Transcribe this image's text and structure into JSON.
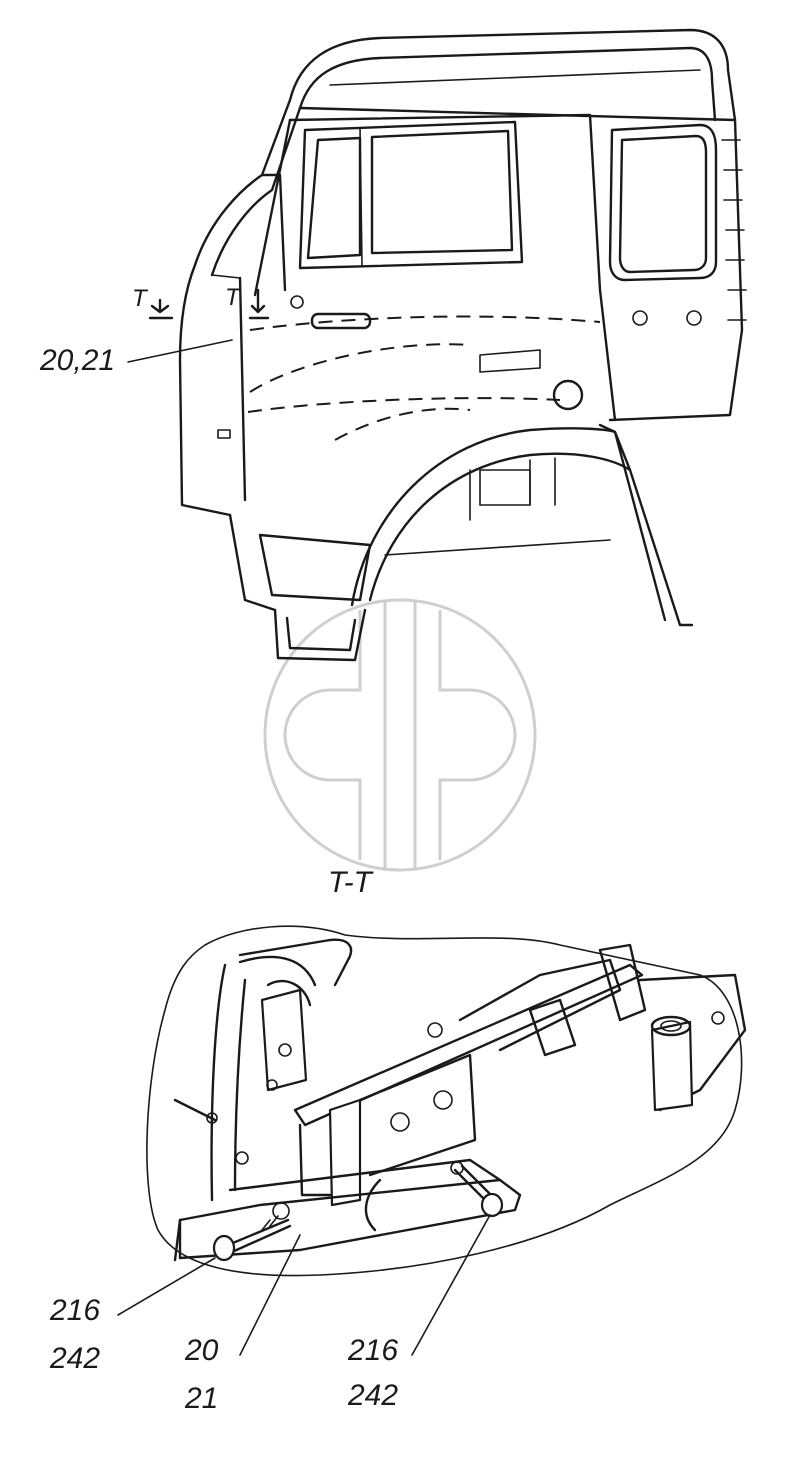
{
  "callouts": {
    "top_ref": "20,21",
    "section_mark_left": "T",
    "section_mark_right": "T",
    "section_title": "T-T",
    "left_pair": {
      "top": "216",
      "bottom": "242"
    },
    "center_pair": {
      "top": "20",
      "bottom": "21"
    },
    "right_pair": {
      "top": "216",
      "bottom": "242"
    }
  },
  "colors": {
    "line": "#1a1a1a",
    "watermark": "#cfcfcf",
    "background": "#ffffff"
  },
  "watermark": {
    "icon": "company-logo-watermark"
  }
}
